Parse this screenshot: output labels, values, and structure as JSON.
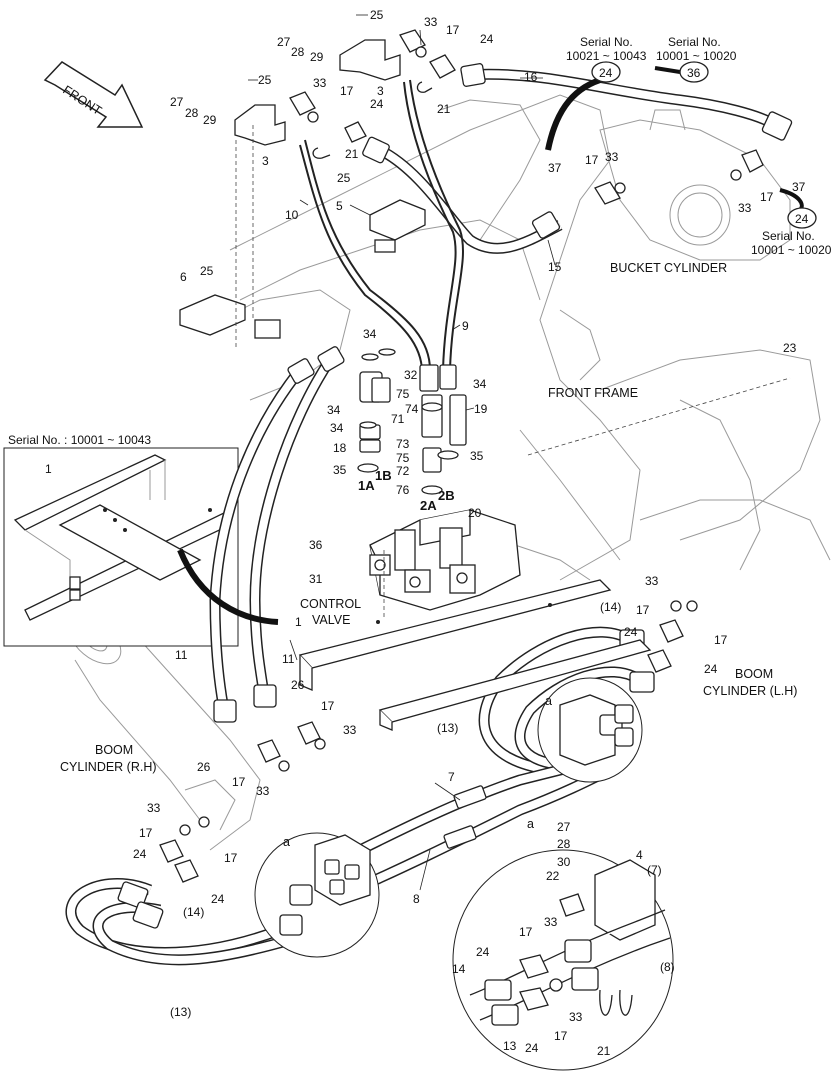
{
  "labels": {
    "front": "FRONT",
    "bucket_cylinder": "BUCKET CYLINDER",
    "front_frame": "FRONT FRAME",
    "control_valve_1": "CONTROL",
    "control_valve_2": "VALVE",
    "boom_lh_1": "BOOM",
    "boom_lh_2": "CYLINDER (L.H)",
    "boom_rh_1": "BOOM",
    "boom_rh_2": "CYLINDER (R.H)",
    "serial_inset": "Serial No. : 10001 ~ 10043",
    "serial_top_1": "Serial No.",
    "serial_top_2": "10021 ~ 10043",
    "serial_top_3": "Serial No.",
    "serial_top_4": "10001 ~ 10020",
    "serial_right_1": "Serial No.",
    "serial_right_2": "10001 ~ 10020",
    "circle_24a": "24",
    "circle_36": "36",
    "circle_24b": "24",
    "port_1a": "1A",
    "port_1b": "1B",
    "port_2a": "2A",
    "port_2b": "2B",
    "detail_a1": "a",
    "detail_a2": "a",
    "detail_a3": "a"
  },
  "part_numbers": {
    "p25a": "25",
    "p27a": "27",
    "p28a": "28",
    "p29a": "29",
    "p3a": "3",
    "p33a": "33",
    "p17a": "17",
    "p24a": "24",
    "p21a": "21",
    "p25b": "25",
    "p27b": "27",
    "p28b": "28",
    "p29b": "29",
    "p3b": "3",
    "p33b": "33",
    "p17b": "17",
    "p24b": "24",
    "p21b": "21",
    "p16": "16",
    "p37a": "37",
    "p17c": "17",
    "p33c": "33",
    "p17d": "17",
    "p33d": "33",
    "p37b": "37",
    "p25c": "25",
    "p5": "5",
    "p10": "10",
    "p15": "15",
    "p6": "6",
    "p25d": "25",
    "p9": "9",
    "p34a": "34",
    "p32": "32",
    "p34b": "34",
    "p75a": "75",
    "p34c": "34",
    "p74": "74",
    "p71": "71",
    "p19": "19",
    "p34d": "34",
    "p73": "73",
    "p18": "18",
    "p75b": "75",
    "p35a": "35",
    "p72": "72",
    "p35b": "35",
    "p76": "76",
    "p23": "23",
    "p20": "20",
    "p36": "36",
    "p31": "31",
    "p1a": "1",
    "p1b": "1",
    "p11a": "11",
    "p11b": "11",
    "p26a": "26",
    "p17e": "17",
    "p33e": "33",
    "p26b": "26",
    "p17f": "17",
    "p33f": "33",
    "p13a": "(13)",
    "p14a": "(14)",
    "p33g": "33",
    "p17g": "17",
    "p17h": "17",
    "p24c": "24",
    "p24d": "24",
    "p7a": "7",
    "p33h": "33",
    "p17i": "17",
    "p24e": "24",
    "p17j": "17",
    "p24f": "24",
    "p14b": "(14)",
    "p13b": "(13)",
    "p8a": "8",
    "p27c": "27",
    "p28c": "28",
    "p30": "30",
    "p4": "4",
    "p7b": "(7)",
    "p22": "22",
    "p33i": "33",
    "p17k": "17",
    "p24g": "24",
    "p14c": "14",
    "p8b": "(8)",
    "p33j": "33",
    "p17l": "17",
    "p13c": "13",
    "p24h": "24",
    "p21c": "21"
  }
}
